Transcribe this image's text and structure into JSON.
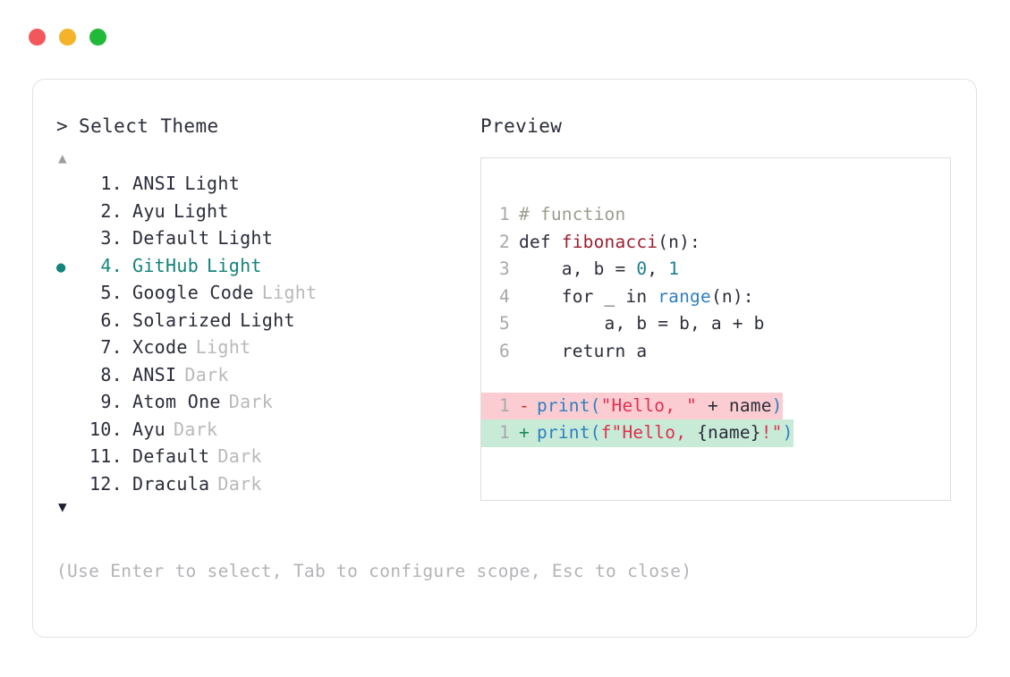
{
  "window": {
    "traffic_lights": [
      {
        "name": "close",
        "color": "#f2585b"
      },
      {
        "name": "minimize",
        "color": "#f5b32a"
      },
      {
        "name": "maximize",
        "color": "#22b93a"
      }
    ]
  },
  "left_pane": {
    "caret": ">",
    "title": "Select Theme",
    "scroll_up_icon": "▲",
    "scroll_down_icon": "▼",
    "selected_bullet": "●",
    "selected_index": 4,
    "accent_color": "#14837b",
    "items": [
      {
        "index": "1.",
        "name": "ANSI",
        "variant": "Light",
        "variant_muted": false,
        "selected": false
      },
      {
        "index": "2.",
        "name": "Ayu",
        "variant": "Light",
        "variant_muted": false,
        "selected": false
      },
      {
        "index": "3.",
        "name": "Default",
        "variant": "Light",
        "variant_muted": false,
        "selected": false
      },
      {
        "index": "4.",
        "name": "GitHub",
        "variant": "Light",
        "variant_muted": false,
        "selected": true
      },
      {
        "index": "5.",
        "name": "Google Code",
        "variant": "Light",
        "variant_muted": true,
        "selected": false
      },
      {
        "index": "6.",
        "name": "Solarized",
        "variant": "Light",
        "variant_muted": false,
        "selected": false
      },
      {
        "index": "7.",
        "name": "Xcode",
        "variant": "Light",
        "variant_muted": true,
        "selected": false
      },
      {
        "index": "8.",
        "name": "ANSI",
        "variant": "Dark",
        "variant_muted": true,
        "selected": false
      },
      {
        "index": "9.",
        "name": "Atom One",
        "variant": "Dark",
        "variant_muted": true,
        "selected": false
      },
      {
        "index": "10.",
        "name": "Ayu",
        "variant": "Dark",
        "variant_muted": true,
        "selected": false
      },
      {
        "index": "11.",
        "name": "Default",
        "variant": "Dark",
        "variant_muted": true,
        "selected": false
      },
      {
        "index": "12.",
        "name": "Dracula",
        "variant": "Dark",
        "variant_muted": true,
        "selected": false
      }
    ]
  },
  "help": {
    "text": "(Use Enter to select, Tab to configure scope, Esc to close)"
  },
  "right_pane": {
    "title": "Preview",
    "code": {
      "lines": [
        {
          "ln": "1",
          "tokens": [
            {
              "t": "# function",
              "c": "tok-comment"
            }
          ]
        },
        {
          "ln": "2",
          "tokens": [
            {
              "t": "def ",
              "c": "tok-kw"
            },
            {
              "t": "fibonacci",
              "c": "tok-fn"
            },
            {
              "t": "(n):",
              "c": "tok-plain"
            }
          ]
        },
        {
          "ln": "3",
          "tokens": [
            {
              "t": "    a, b = ",
              "c": "tok-plain"
            },
            {
              "t": "0",
              "c": "tok-num"
            },
            {
              "t": ", ",
              "c": "tok-plain"
            },
            {
              "t": "1",
              "c": "tok-num"
            }
          ]
        },
        {
          "ln": "4",
          "tokens": [
            {
              "t": "    for _ in ",
              "c": "tok-plain"
            },
            {
              "t": "range",
              "c": "tok-builtin"
            },
            {
              "t": "(n):",
              "c": "tok-plain"
            }
          ]
        },
        {
          "ln": "5",
          "tokens": [
            {
              "t": "        a, b = b, a + b",
              "c": "tok-plain"
            }
          ]
        },
        {
          "ln": "6",
          "tokens": [
            {
              "t": "    return a",
              "c": "tok-plain"
            }
          ]
        }
      ],
      "diff": [
        {
          "ln": "1",
          "mark": "-",
          "kind": "del",
          "tokens": [
            {
              "t": "print",
              "c": "tok-call"
            },
            {
              "t": "(",
              "c": "tok-call"
            },
            {
              "t": "\"Hello, \"",
              "c": "tok-str"
            },
            {
              "t": " + name",
              "c": "tok-plain"
            },
            {
              "t": ")",
              "c": "tok-call"
            }
          ]
        },
        {
          "ln": "1",
          "mark": "+",
          "kind": "add",
          "tokens": [
            {
              "t": "print",
              "c": "tok-call"
            },
            {
              "t": "(",
              "c": "tok-call"
            },
            {
              "t": "f\"Hello, ",
              "c": "tok-str"
            },
            {
              "t": "{name}",
              "c": "tok-plain"
            },
            {
              "t": "!\"",
              "c": "tok-str"
            },
            {
              "t": ")",
              "c": "tok-call"
            }
          ]
        }
      ]
    }
  }
}
